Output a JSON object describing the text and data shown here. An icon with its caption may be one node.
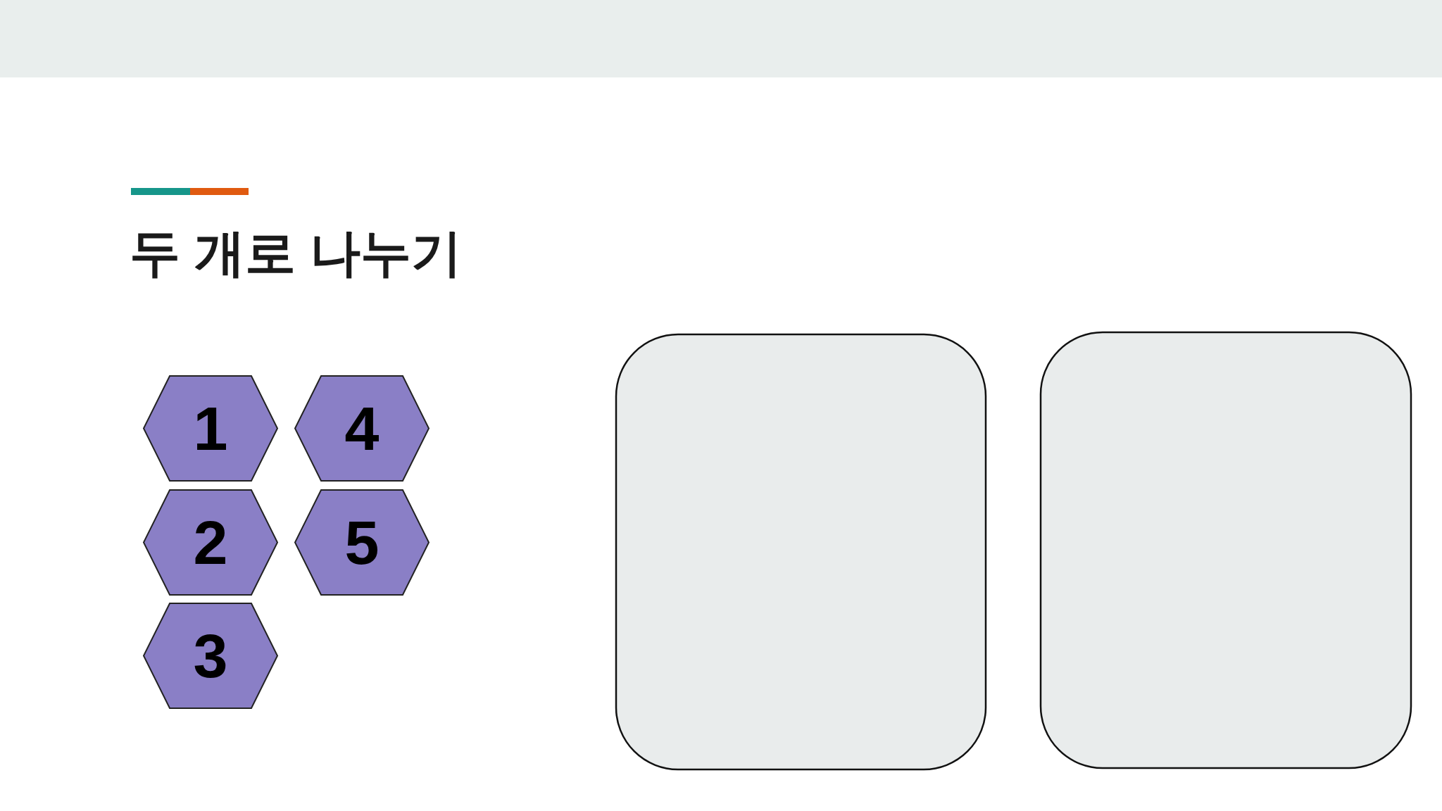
{
  "diagram": {
    "title": "두 개로 나누기",
    "nodes": [
      {
        "text": [
          "1"
        ]
      },
      {
        "text": [
          "2"
        ]
      },
      {
        "text": [
          "3"
        ]
      },
      {
        "text": [
          "4"
        ]
      },
      {
        "text": [
          "5"
        ]
      },
      {
        "text": [],
        "shape": "box"
      },
      {
        "text": [],
        "shape": "box"
      }
    ]
  }
}
